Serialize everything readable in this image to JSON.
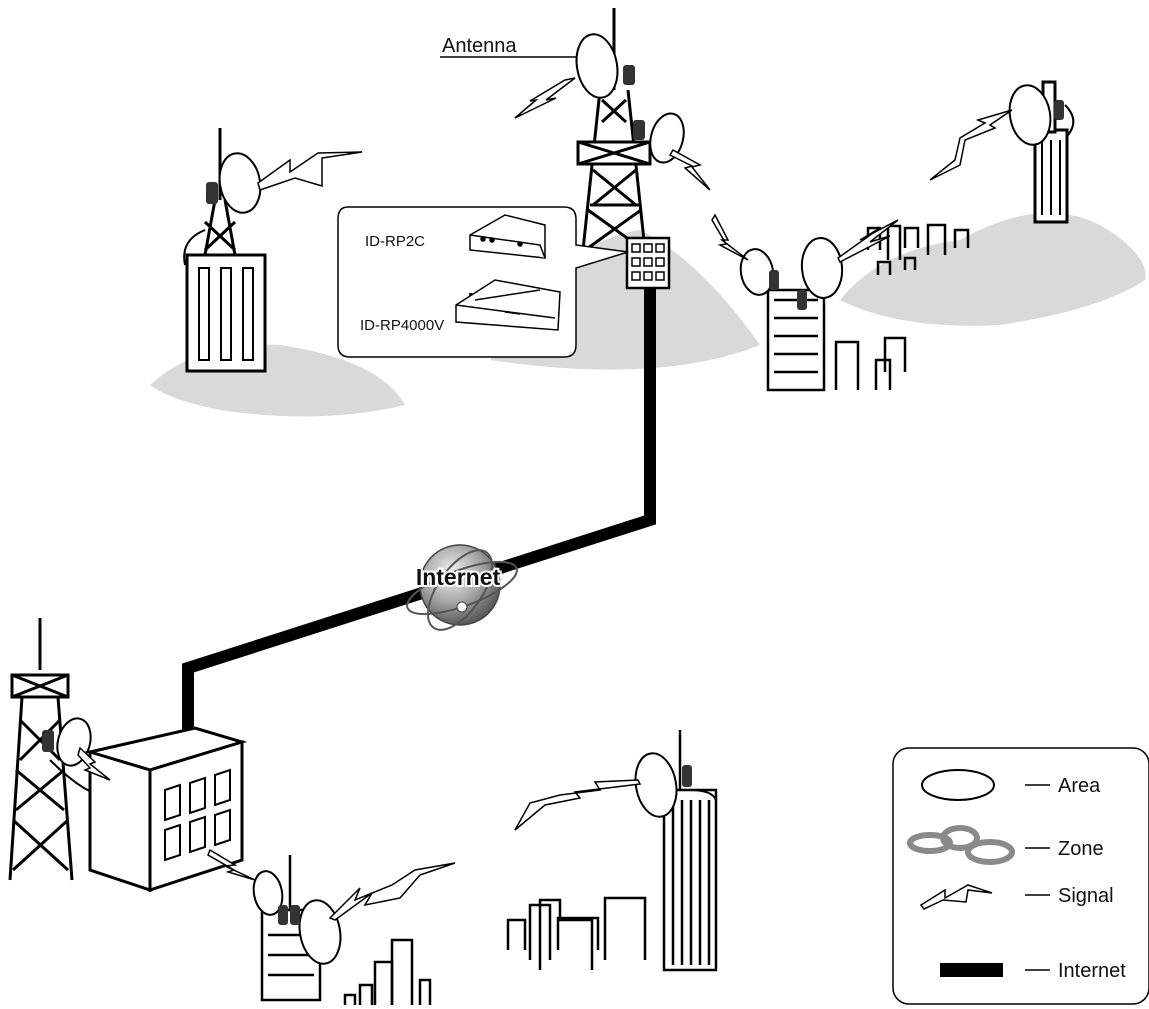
{
  "labels": {
    "antenna": "Antenna",
    "internet": "Internet"
  },
  "callout": {
    "device1": "ID-RP2C",
    "device2": "ID-RP4000V"
  },
  "legend": {
    "items": [
      {
        "label": "Area",
        "icon": "area-ellipse-icon"
      },
      {
        "label": "Zone",
        "icon": "zone-rings-icon"
      },
      {
        "label": "Signal",
        "icon": "signal-lightning-icon"
      },
      {
        "label": "Internet",
        "icon": "internet-bar-icon"
      }
    ]
  },
  "colors": {
    "area_fill": "#d9d9d9",
    "line": "#000000",
    "zone_stroke": "#8a8a8a",
    "globe": "#9a9a9a"
  }
}
